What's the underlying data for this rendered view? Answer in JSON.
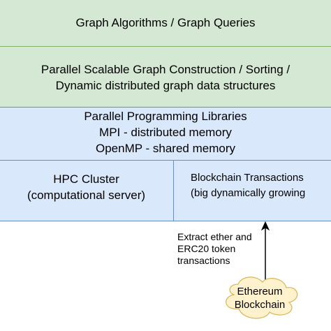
{
  "layers": {
    "algorithms": {
      "lines": [
        "Graph Algorithms / Graph Queries"
      ]
    },
    "construction": {
      "lines": [
        "Parallel Scalable Graph Construction / Sorting /",
        "Dynamic distributed graph data structures"
      ]
    },
    "libraries": {
      "lines": [
        "Parallel Programming Libraries",
        "MPI - distributed memory",
        "OpenMP - shared memory"
      ]
    }
  },
  "bottom": {
    "hpc": {
      "lines": [
        "HPC Cluster",
        "(computational server)"
      ]
    },
    "blockchain_tx": {
      "lines": [
        "Blockchain Transactions",
        "(big dynamically growing"
      ]
    }
  },
  "extract_label": "Extract ether and\nERC20 token\ntransactions",
  "source": {
    "lines": [
      "Ethereum",
      "Blockchain"
    ]
  },
  "colors": {
    "green_fill": "#d5e8d4",
    "green_stroke": "#82b366",
    "blue_fill": "#dae8fc",
    "blue_stroke": "#6c8ebf",
    "cloud_fill": "#fff2cc",
    "cloud_stroke": "#d6b656"
  }
}
